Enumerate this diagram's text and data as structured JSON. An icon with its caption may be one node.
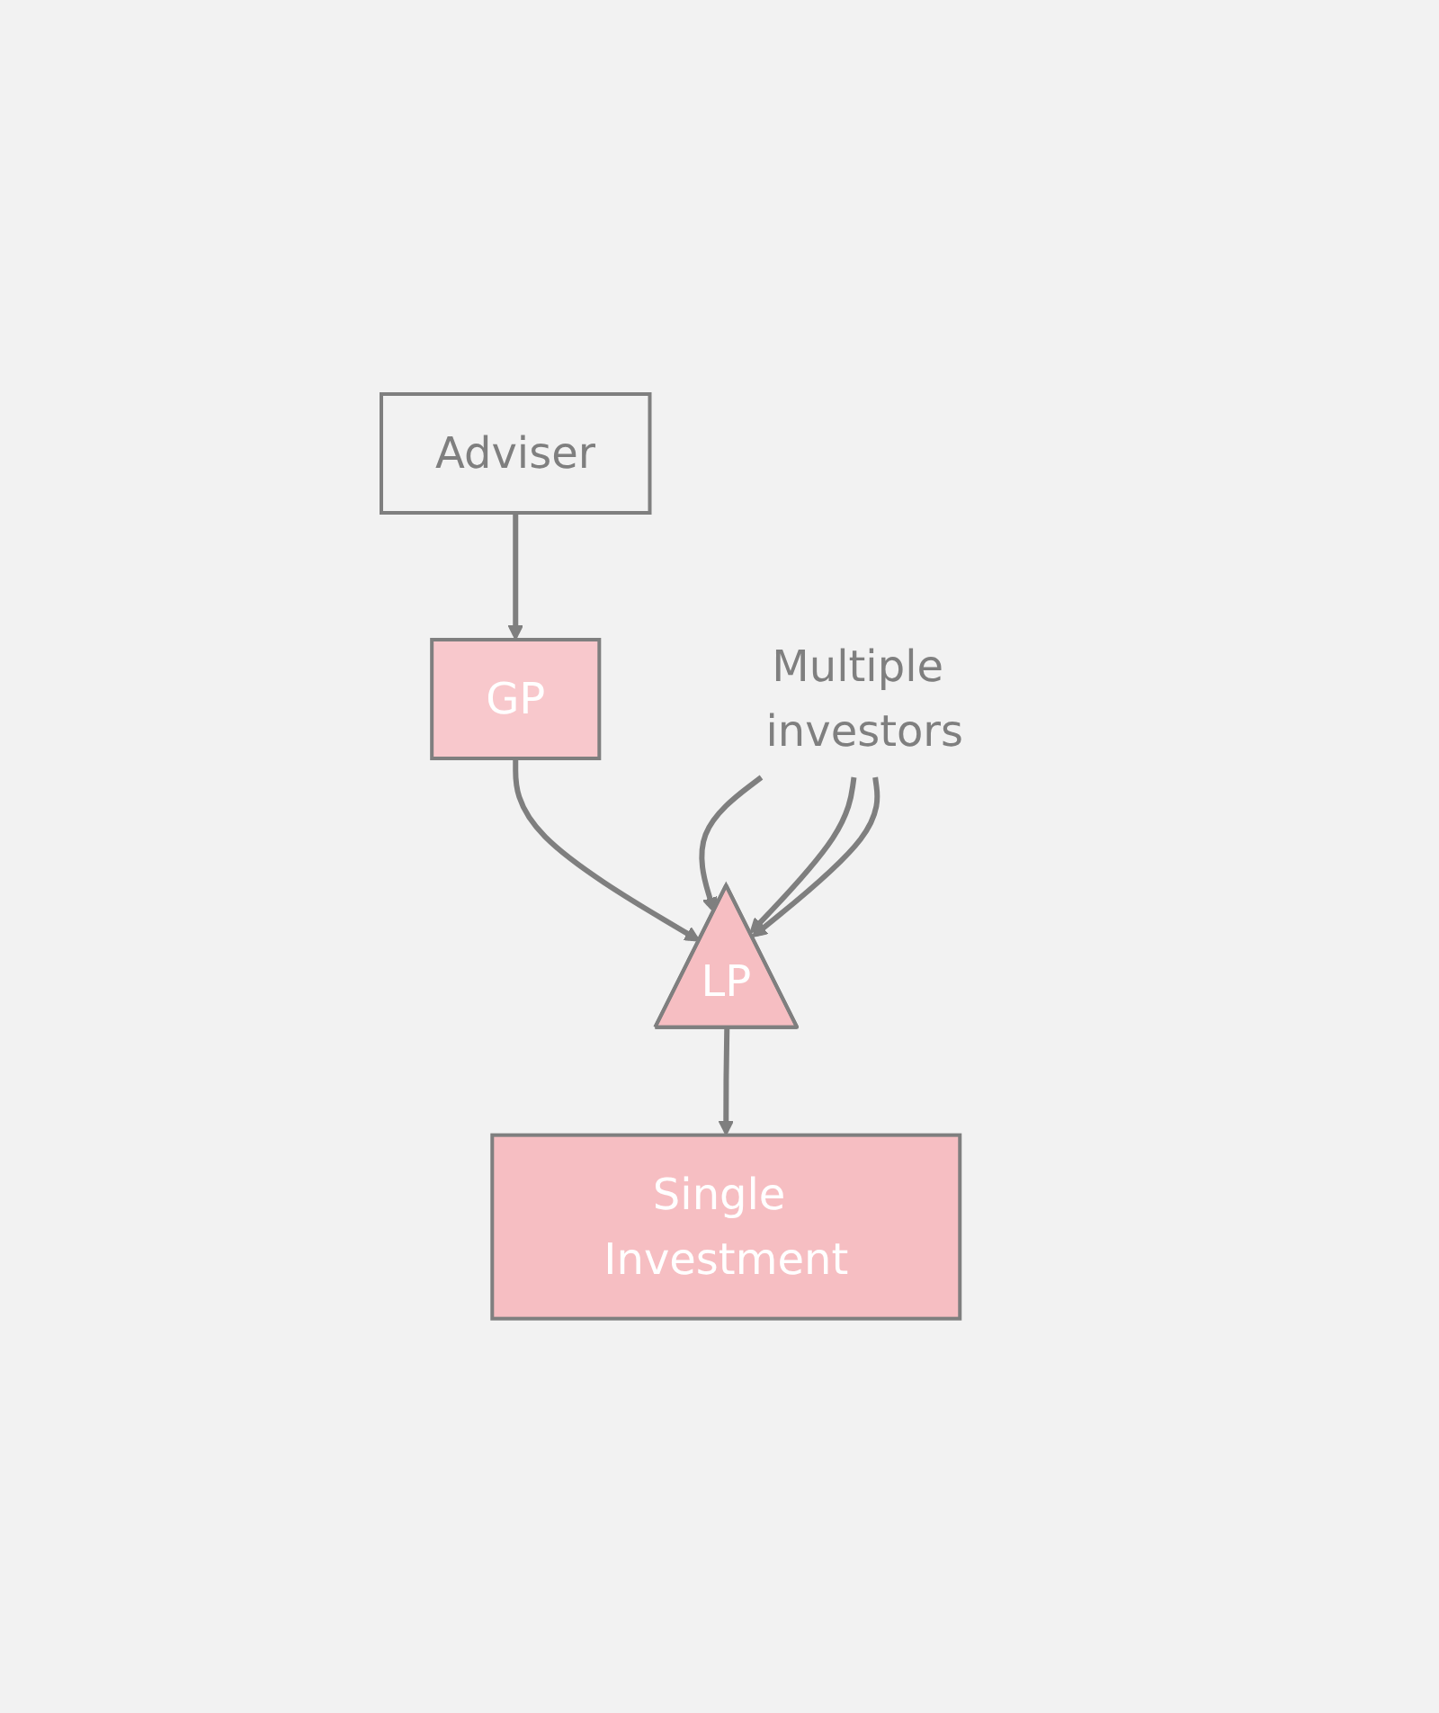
{
  "diagram": {
    "nodes": [
      {
        "text": [
          "Adviser"
        ]
      },
      {
        "text": [
          "GP"
        ]
      },
      {
        "text": [
          "Multiple investors"
        ]
      },
      {
        "text": [
          "LP"
        ]
      },
      {
        "text": [
          "Single Investment"
        ]
      }
    ],
    "edges": [
      {
        "from": 0,
        "to": 1,
        "arrow": "to"
      },
      {
        "from": 1,
        "to": 3,
        "arrow": "to"
      },
      {
        "from": 2,
        "to": 3,
        "arrow": "to"
      },
      {
        "from": 2,
        "to": 3,
        "arrow": "to"
      },
      {
        "from": 2,
        "to": 3,
        "arrow": "to"
      },
      {
        "from": 3,
        "to": 4,
        "arrow": "to"
      }
    ]
  }
}
